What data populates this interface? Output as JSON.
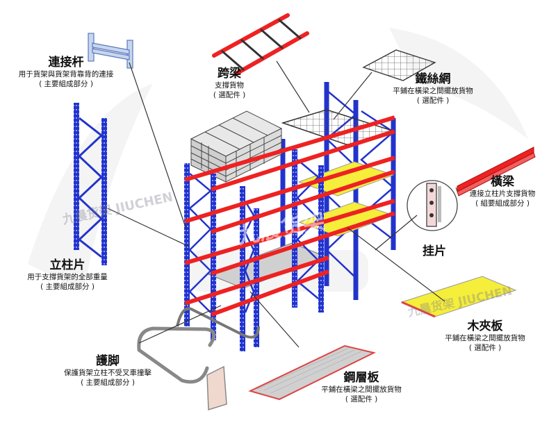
{
  "labels": {
    "connector_rod": {
      "title": "連接杆",
      "desc": "用于貨架與貨架背靠背的連接",
      "note": "( 主要組成部分 )"
    },
    "span_beam": {
      "title": "跨梁",
      "desc": "支撐貨物",
      "note": "( 選配件 )"
    },
    "wire_mesh": {
      "title": "鐵絲網",
      "desc": "平鋪在橫梁之間擺放貨物",
      "note": "( 選配件 )"
    },
    "cross_beam": {
      "title": "橫梁",
      "desc": "連接立柱片支撐貨物",
      "note": "( 組要組成部分 )"
    },
    "hanger": {
      "title": "挂片"
    },
    "upright_frame": {
      "title": "立柱片",
      "desc": "用于支撐貨架的全部重量",
      "note": "( 主要組成部分 )"
    },
    "wood_board": {
      "title": "木夾板",
      "desc": "平鋪在橫梁之間擺放貨物",
      "note": "( 選配件 )"
    },
    "guard": {
      "title": "護脚",
      "desc": "保護貨架立柱不受叉車撞擊",
      "note": "( 主要組成部分 )"
    },
    "steel_shelf": {
      "title": "鋼層板",
      "desc": "平鋪在橫梁之間擺放貨物",
      "note": "( 選配件 )"
    }
  },
  "watermark": {
    "brand_cn": "九晨货架",
    "brand_en": "JIUCHEN"
  },
  "colors": {
    "upright": "#2233cc",
    "beam": "#ee2222",
    "board": "#f5ee3a",
    "steel": "#c8c8c8",
    "mesh": "#666666",
    "accessory": "#b8ccec"
  }
}
